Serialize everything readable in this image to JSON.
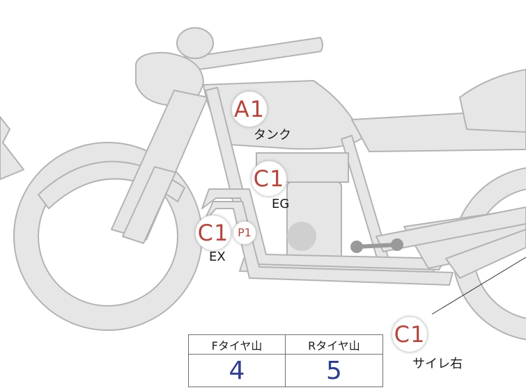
{
  "markers": {
    "tank": {
      "code": "A1",
      "label": "タンク"
    },
    "engine": {
      "code": "C1",
      "label": "EG"
    },
    "exhaust": {
      "code": "C1",
      "sub_code": "P1",
      "label": "EX"
    },
    "silencer": {
      "code": "C1",
      "label": "サイレ右"
    }
  },
  "tire_table": {
    "front_header": "Fタイヤ山",
    "rear_header": "Rタイヤ山",
    "front_value": "4",
    "rear_value": "5"
  },
  "colors": {
    "bike_fill": "#e6e6e6",
    "bike_outline": "#b3b3b3",
    "marker_text": "#b2473f",
    "table_value": "#2f3f8f"
  }
}
